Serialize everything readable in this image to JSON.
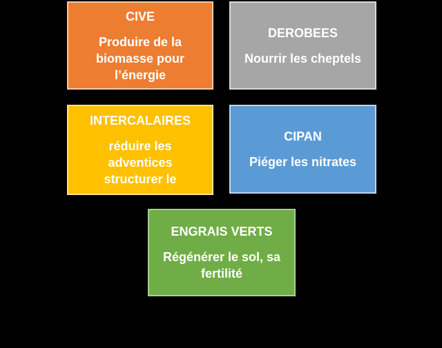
{
  "canvas": {
    "background": "#000000",
    "text_color": "#FFFFFF"
  },
  "diagram": {
    "description": "Five colored category cards for cover crop types",
    "boxes": [
      {
        "id": "cive",
        "title": "CIVE",
        "description": "Produire de la\nbiomasse pour\nl’énergie",
        "fill": "#ED7D31",
        "border": "#F7CBAC"
      },
      {
        "id": "derobees",
        "title": "DEROBEES",
        "description": "Nourrir les cheptels",
        "fill": "#A6A6A6",
        "border": "#D9D9D9"
      },
      {
        "id": "intercalaires",
        "title": "INTERCALAIRES",
        "description": "réduire les\nadventices\nstructurer le",
        "fill": "#FFC000",
        "border": "#FFE399"
      },
      {
        "id": "cipan",
        "title": "CIPAN",
        "description": "Piéger les nitrates",
        "fill": "#5B9BD5",
        "border": "#BDD7EE"
      },
      {
        "id": "engrais-verts",
        "title": "ENGRAIS VERTS",
        "description": "Régénérer le sol, sa\nfertilité",
        "fill": "#70AD47",
        "border": "#A9D08E"
      }
    ]
  }
}
